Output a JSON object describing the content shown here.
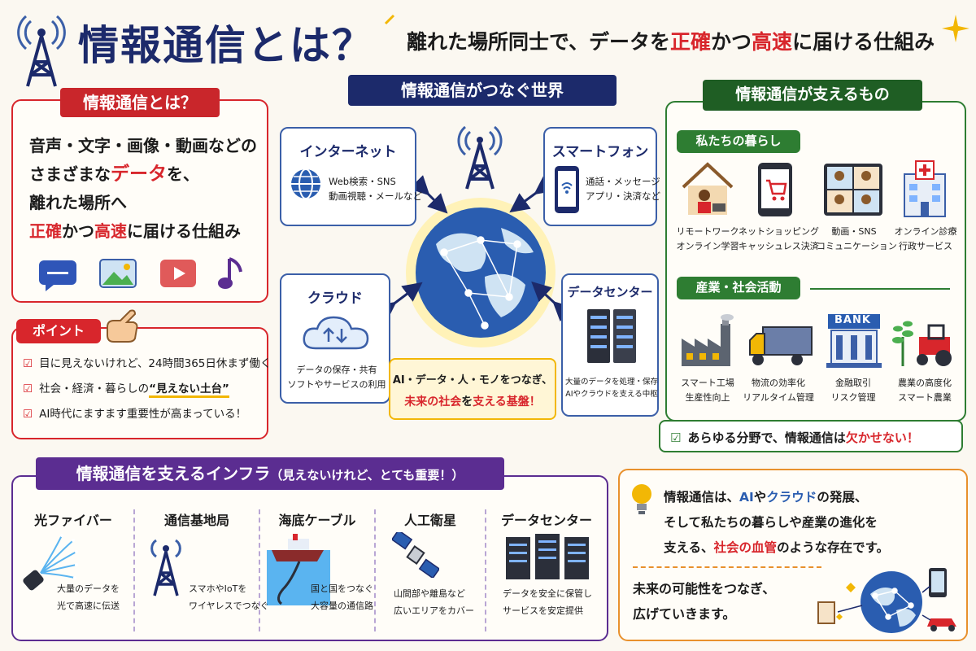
{
  "header": {
    "title": "情報通信とは？",
    "subtitle_pre": "離れた場所同士で、データを",
    "subtitle_acc1": "正確",
    "subtitle_mid": "かつ",
    "subtitle_acc2": "高速",
    "subtitle_post": "に届ける仕組み"
  },
  "what": {
    "ribbon": "情報通信とは？",
    "line1": "音声・文字・画像・動画などの",
    "line2_pre": "さまざまな",
    "line2_acc": "データ",
    "line2_post": "を、",
    "line3": "離れた場所へ",
    "line4_acc1": "正確",
    "line4_mid": "かつ",
    "line4_acc2": "高速",
    "line4_post": "に届ける仕組み"
  },
  "point": {
    "ribbon": "ポイント",
    "items": [
      "目に見えないけれど、24時間365日休まず働く",
      "社会・経済・暮らしの",
      "AI時代にますます重要性が高まっている！"
    ],
    "highlight": "“見えない土台”"
  },
  "world": {
    "ribbon": "情報通信がつなぐ世界",
    "internet": {
      "title": "インターネット",
      "l1": "Web検索・SNS",
      "l2": "動画視聴・メールなど"
    },
    "smartphone": {
      "title": "スマートフォン",
      "l1": "通話・メッセージ",
      "l2": "アプリ・決済など"
    },
    "cloud": {
      "title": "クラウド",
      "l1": "データの保存・共有",
      "l2": "ソフトやサービスの利用"
    },
    "datacenter": {
      "title": "データセンター",
      "l1": "大量のデータを処理・保存",
      "l2": "AIやクラウドを支える中枢"
    },
    "base_l1": "AI・データ・人・モノをつなぎ、",
    "base_acc": "未来の社会",
    "base_mid": "を",
    "base_acc2": "支える基盤",
    "base_end": "！"
  },
  "supports": {
    "ribbon": "情報通信が支えるもの",
    "life_tag": "私たちの暮らし",
    "life": [
      {
        "l1": "リモートワーク",
        "l2": "オンライン学習"
      },
      {
        "l1": "ネットショッピング",
        "l2": "キャッシュレス決済"
      },
      {
        "l1": "動画・SNS",
        "l2": "コミュニケーション"
      },
      {
        "l1": "オンライン診療",
        "l2": "行政サービス"
      }
    ],
    "industry_tag": "産業・社会活動",
    "bank_label": "BANK",
    "industry": [
      {
        "l1": "スマート工場",
        "l2": "生産性向上"
      },
      {
        "l1": "物流の効率化",
        "l2": "リアルタイム管理"
      },
      {
        "l1": "金融取引",
        "l2": "リスク管理"
      },
      {
        "l1": "農業の高度化",
        "l2": "スマート農業"
      }
    ],
    "footer_pre": "あらゆる分野で、情報通信は",
    "footer_acc": "欠かせない",
    "footer_end": "！"
  },
  "infra": {
    "ribbon_main": "情報通信を支えるインフラ",
    "ribbon_sub": "（見えないけれど、とても重要！）",
    "items": [
      {
        "title": "光ファイバー",
        "l1": "大量のデータを",
        "l2": "光で高速に伝送"
      },
      {
        "title": "通信基地局",
        "l1": "スマホやIoTを",
        "l2": "ワイヤレスでつなぐ"
      },
      {
        "title": "海底ケーブル",
        "l1": "国と国をつなぐ",
        "l2": "大容量の通信路"
      },
      {
        "title": "人工衛星",
        "l1": "山間部や離島など",
        "l2": "広いエリアをカバー"
      },
      {
        "title": "データセンター",
        "l1": "データを安全に保管し",
        "l2": "サービスを安定提供"
      }
    ]
  },
  "summary": {
    "l1_pre": "情報通信は、",
    "l1_acc1": "AI",
    "l1_mid": "や",
    "l1_acc2": "クラウド",
    "l1_post": "の発展、",
    "l2": "そして私たちの暮らしや産業の進化を",
    "l3_pre": "支える、",
    "l3_acc": "社会の血管",
    "l3_post": "のような存在です。",
    "l4": "未来の可能性をつなぎ、",
    "l5": "広げていきます。"
  },
  "colors": {
    "navy": "#1c2a6b",
    "red": "#d8262c",
    "blue": "#3b5fa8",
    "green": "#2e7d32",
    "purple": "#5b2d91",
    "orange": "#e8902c"
  }
}
